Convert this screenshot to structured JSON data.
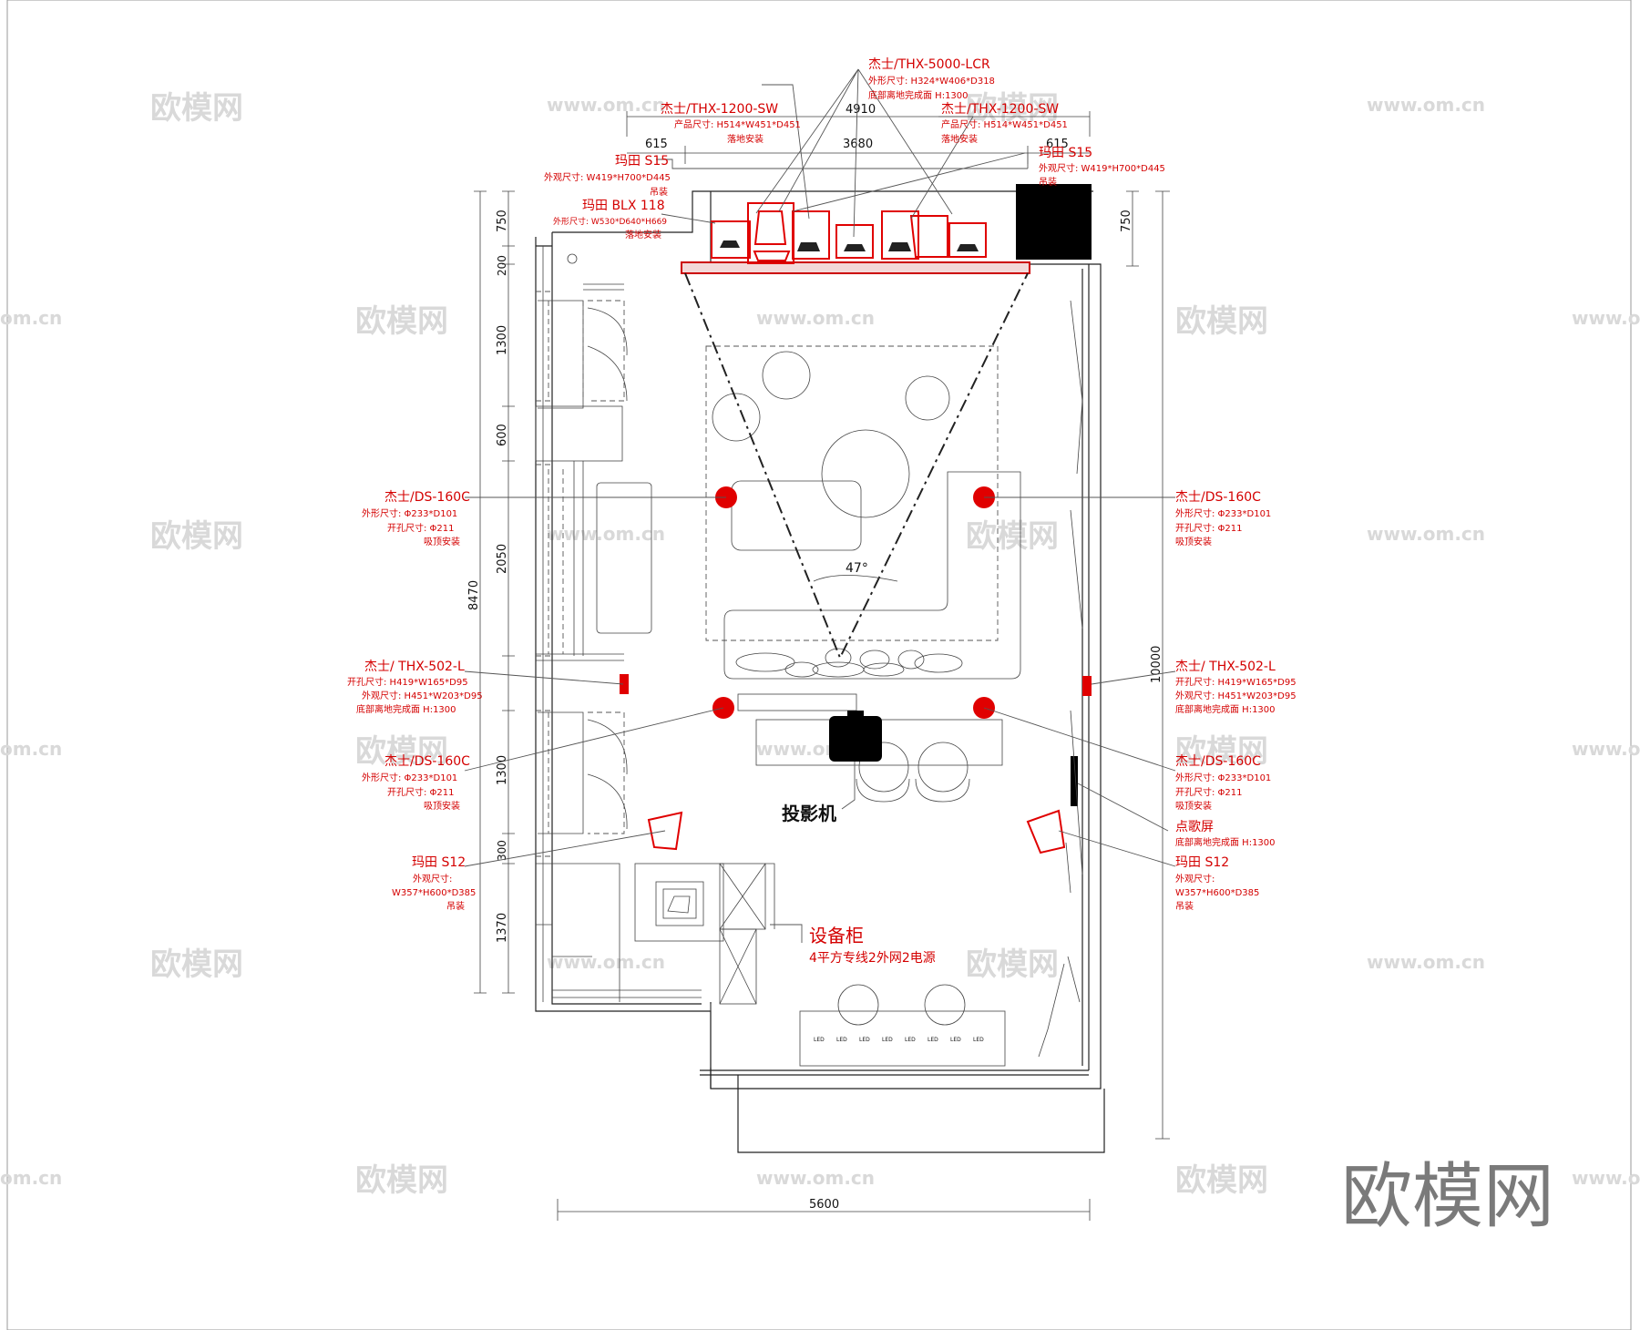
{
  "watermarks": {
    "site": "www.om.cn",
    "site_short": "om.cn",
    "brand": "欧模网"
  },
  "dimensions": {
    "top_4910": "4910",
    "top_3680": "3680",
    "top_615_left": "615",
    "top_615_right": "615",
    "bottom_5600": "5600",
    "right_750": "750",
    "right_10000": "10000",
    "left_8470": "8470",
    "left_750": "750",
    "left_200": "200",
    "left_1300_a": "1300",
    "left_600": "600",
    "left_2050": "2050",
    "left_1300_b": "1300",
    "left_300": "300",
    "left_1370": "1370",
    "angle": "47°"
  },
  "labels": {
    "lcr_title": "杰士/THX-5000-LCR",
    "lcr_l1": "外形尺寸: H324*W406*D318",
    "lcr_l2": "底部离地完成面 H:1300",
    "sw_left_title": "杰士/THX-1200-SW",
    "sw_left_l1": "产品尺寸: H514*W451*D451",
    "sw_left_l2": "落地安装",
    "sw_right_title": "杰士/THX-1200-SW",
    "sw_right_l1": "产品尺寸: H514*W451*D451",
    "sw_right_l2": "落地安装",
    "s15_left_title": "玛田 S15",
    "s15_left_l1": "外观尺寸: W419*H700*D445",
    "s15_left_l2": "吊装",
    "s15_right_title": "玛田 S15",
    "s15_right_l1": "外观尺寸: W419*H700*D445",
    "s15_right_l2": "吊装",
    "blx_title": "玛田 BLX 118",
    "blx_l1": "外形尺寸: W530*D640*H669",
    "blx_l2": "落地安装",
    "ds_ul_title": "杰士/DS-160C",
    "ds_ul_l1": "外形尺寸: Φ233*D101",
    "ds_ul_l2": "开孔尺寸: Φ211",
    "ds_ul_l3": "吸顶安装",
    "ds_ur_title": "杰士/DS-160C",
    "ds_ur_l1": "外形尺寸: Φ233*D101",
    "ds_ur_l2": "开孔尺寸: Φ211",
    "ds_ur_l3": "吸顶安装",
    "thx502_l_title": "杰士/ THX-502-L",
    "thx502_l_l1": "开孔尺寸: H419*W165*D95",
    "thx502_l_l2": "外观尺寸: H451*W203*D95",
    "thx502_l_l3": "底部离地完成面 H:1300",
    "thx502_r_title": "杰士/ THX-502-L",
    "thx502_r_l1": "开孔尺寸: H419*W165*D95",
    "thx502_r_l2": "外观尺寸: H451*W203*D95",
    "thx502_r_l3": "底部离地完成面 H:1300",
    "ds_ll_title": "杰士/DS-160C",
    "ds_ll_l1": "外形尺寸: Φ233*D101",
    "ds_ll_l2": "开孔尺寸: Φ211",
    "ds_ll_l3": "吸顶安装",
    "ds_lr_title": "杰士/DS-160C",
    "ds_lr_l1": "外形尺寸: Φ233*D101",
    "ds_lr_l2": "开孔尺寸: Φ211",
    "ds_lr_l3": "吸顶安装",
    "projector": "投影机",
    "song_screen": "点歌屏",
    "song_screen_l1": "底部离地完成面 H:1300",
    "s12_left_title": "玛田 S12",
    "s12_left_l1": "外观尺寸:",
    "s12_left_l2": "W357*H600*D385",
    "s12_left_l3": "吊装",
    "s12_right_title": "玛田 S12",
    "s12_right_l1": "外观尺寸:",
    "s12_right_l2": "W357*H600*D385",
    "s12_right_l3": "吊装",
    "cabinet_title": "设备柜",
    "cabinet_l1": "4平方专线2外网2电源",
    "led": "LED"
  }
}
